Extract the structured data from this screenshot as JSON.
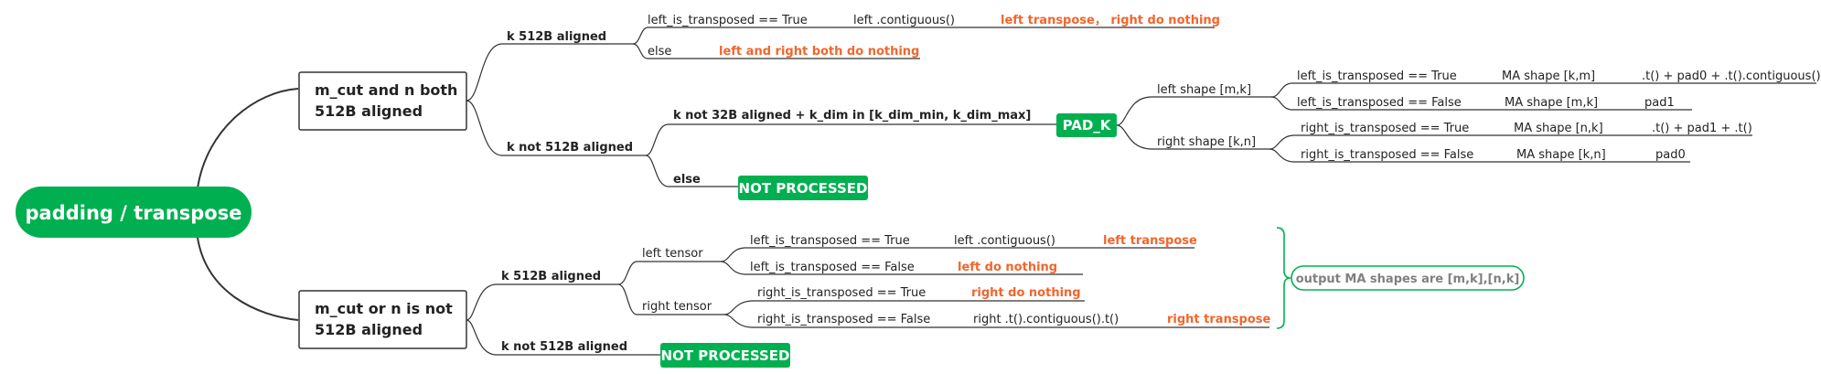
{
  "root": {
    "label": "padding / transpose"
  },
  "branch1": {
    "label_line1": "m_cut and n both",
    "label_line2": "512B aligned",
    "k512": {
      "label": "k 512B aligned",
      "row1": {
        "cond": "left_is_transposed == True",
        "op": "left .contiguous()",
        "result": "left transpose， right do nothing"
      },
      "row2": {
        "cond": "else",
        "result": "left and right both do nothing"
      }
    },
    "knot512": {
      "label": "k not 512B aligned",
      "sub1": {
        "label": "k not 32B aligned + k_dim in [k_dim_min, k_dim_max]",
        "badge": "PAD_K",
        "left": {
          "label": "left shape [m,k]",
          "rows": [
            {
              "cond": "left_is_transposed == True",
              "shape": "MA shape [k,m]",
              "op": ".t() + pad0 + .t().contiguous()"
            },
            {
              "cond": "left_is_transposed == False",
              "shape": "MA shape [m,k]",
              "op": "pad1"
            }
          ]
        },
        "right": {
          "label": "right shape [k,n]",
          "rows": [
            {
              "cond": "right_is_transposed == True",
              "shape": "MA shape [n,k]",
              "op": ".t() + pad1 + .t()"
            },
            {
              "cond": "right_is_transposed == False",
              "shape": "MA shape [k,n]",
              "op": "pad0"
            }
          ]
        }
      },
      "sub2": {
        "label": "else",
        "badge": "NOT PROCESSED"
      }
    }
  },
  "branch2": {
    "label_line1": "m_cut or n is not",
    "label_line2": "512B aligned",
    "k512": {
      "label": "k 512B aligned",
      "left_tensor": {
        "label": "left tensor",
        "row1": {
          "cond": "left_is_transposed == True",
          "op": "left .contiguous()",
          "result": "left transpose"
        },
        "row2": {
          "cond": "left_is_transposed == False",
          "result": "left do nothing"
        }
      },
      "right_tensor": {
        "label": "right tensor",
        "row1": {
          "cond": "right_is_transposed == True",
          "result": "right do nothing"
        },
        "row2": {
          "cond": "right_is_transposed == False",
          "op": "right  .t().contiguous().t()",
          "result": "right transpose"
        }
      },
      "summary": "output MA shapes are [m,k],[n,k]"
    },
    "knot512": {
      "label": "k not 512B aligned",
      "badge": "NOT PROCESSED"
    }
  },
  "colors": {
    "green": "#00b050",
    "orange": "#f2652b",
    "line": "#333333",
    "gray_text": "#808080"
  }
}
